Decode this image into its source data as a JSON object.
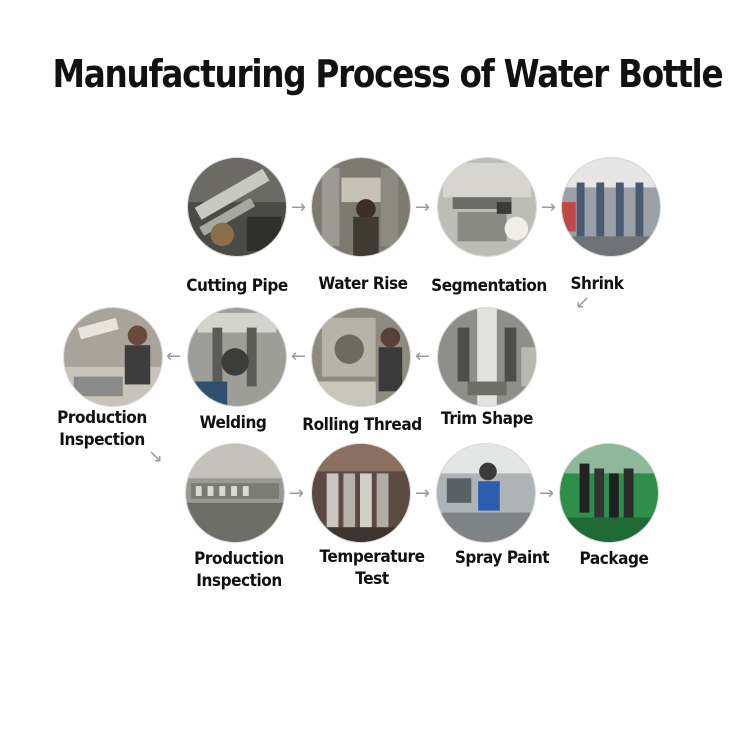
{
  "title": "Manufacturing Process of Water Bottle",
  "steps": [
    {
      "label": "Cutting Pipe"
    },
    {
      "label": "Water Rise"
    },
    {
      "label": "Segmentation"
    },
    {
      "label": "Shrink"
    },
    {
      "label": "Trim Shape"
    },
    {
      "label": "Rolling Thread"
    },
    {
      "label": "Welding"
    },
    {
      "label": "Production\nInspection"
    },
    {
      "label": "Production\nInspection"
    },
    {
      "label": "Temperature\nTest"
    },
    {
      "label": "Spray Paint"
    },
    {
      "label": "Package"
    }
  ],
  "arrow_glyphs": {
    "right": "→",
    "left": "←",
    "down_left": "↙",
    "down_right": "↘"
  }
}
